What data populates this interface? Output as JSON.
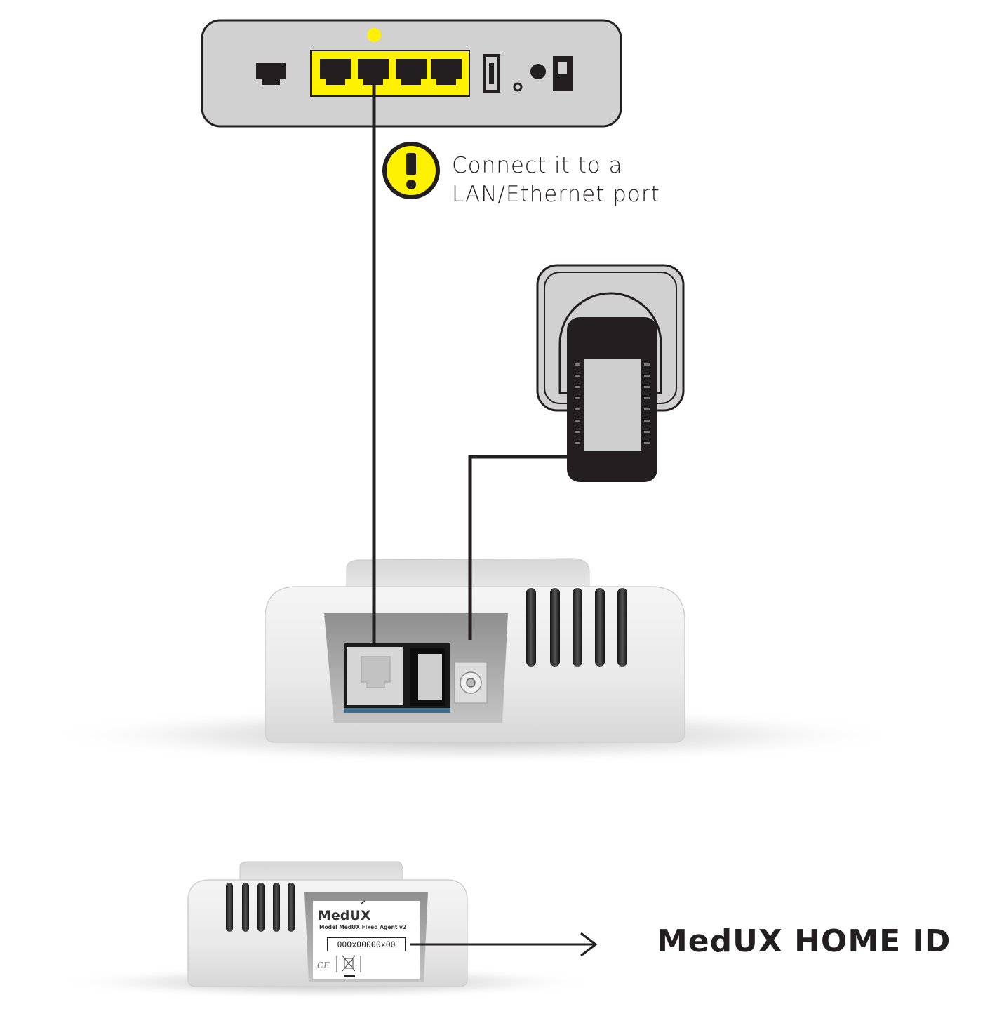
{
  "callout": {
    "line1": "Connect it to a",
    "line2": "LAN/Ethernet port",
    "icon": "exclamation-warning-icon"
  },
  "device_label": {
    "brand": "MedUX",
    "model": "Model MedUX Fixed Agent v2",
    "serial": "000x00000x00"
  },
  "home_id_label": "MedUX HOME ID",
  "colors": {
    "router_body": "#d1d1d1",
    "lan_highlight": "#fff200",
    "cable": "#231f20",
    "device_body": "#eeeeee",
    "ink": "#231f20"
  }
}
